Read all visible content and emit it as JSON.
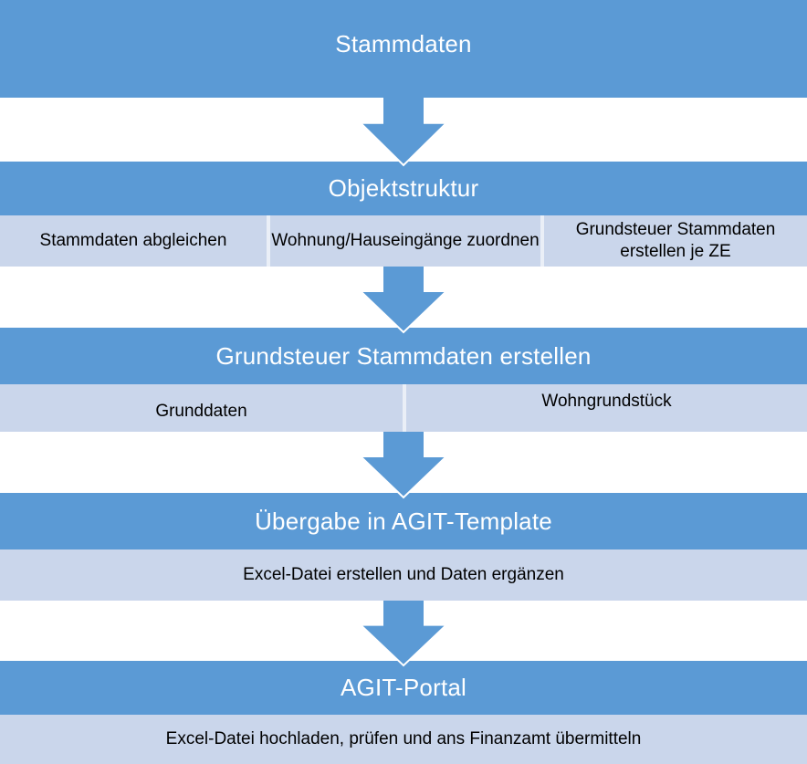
{
  "diagram": {
    "type": "vertical-process-flow",
    "sections": [
      {
        "title": "Stammdaten",
        "cells": []
      },
      {
        "title": "Objektstruktur",
        "cells": [
          "Stammdaten abgleichen",
          "Wohnung/Hauseingänge zuordnen",
          "Grundsteuer Stammdaten erstellen je ZE"
        ]
      },
      {
        "title": "Grundsteuer Stammdaten erstellen",
        "cells": [
          "Grunddaten",
          "Wohngrundstück"
        ]
      },
      {
        "title": "Übergabe in AGIT-Template",
        "cells": [
          "Excel-Datei erstellen und Daten ergänzen"
        ]
      },
      {
        "title": "AGIT-Portal",
        "cells": [
          "Excel-Datei hochladen, prüfen und ans Finanzamt übermitteln"
        ]
      }
    ],
    "connector_icon": "down-block-arrow",
    "connector_count": 4
  },
  "colors": {
    "header_fill": "#5B9AD5",
    "cell_fill": "#CAD6EB",
    "cell_divider": "#EAEFF7",
    "arrow_fill": "#5B9AD5",
    "arrow_outline": "#FFFFFF",
    "header_text": "#FFFFFF",
    "cell_text": "#000000",
    "background": "#FFFFFF"
  }
}
